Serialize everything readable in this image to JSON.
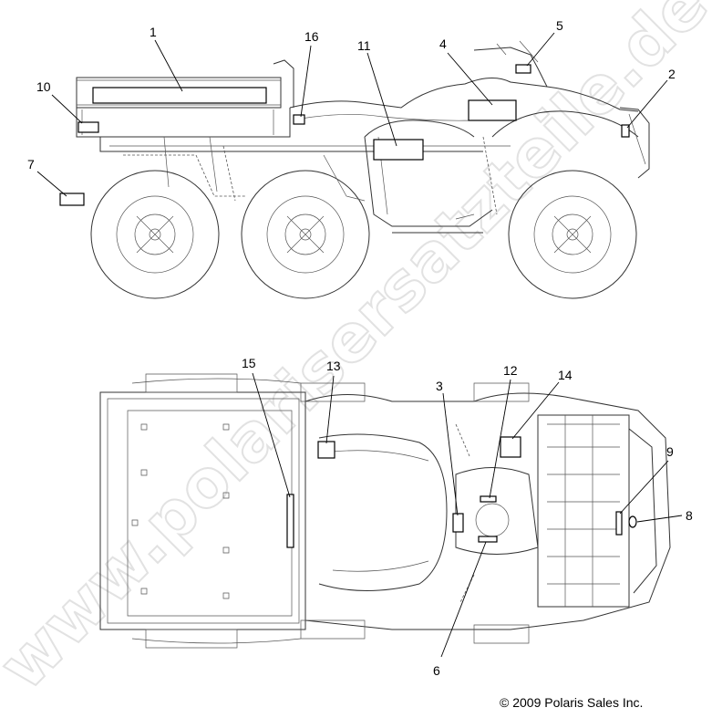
{
  "watermark": "www.polarisersatzteile.de",
  "copyright": "© 2009 Polaris Sales Inc.",
  "callouts": {
    "c1": "1",
    "c2": "2",
    "c3": "3",
    "c4": "4",
    "c5": "5",
    "c6": "6",
    "c7": "7",
    "c8": "8",
    "c9": "9",
    "c10": "10",
    "c11": "11",
    "c12": "12",
    "c13": "13",
    "c14": "14",
    "c15": "15",
    "c16": "16"
  }
}
